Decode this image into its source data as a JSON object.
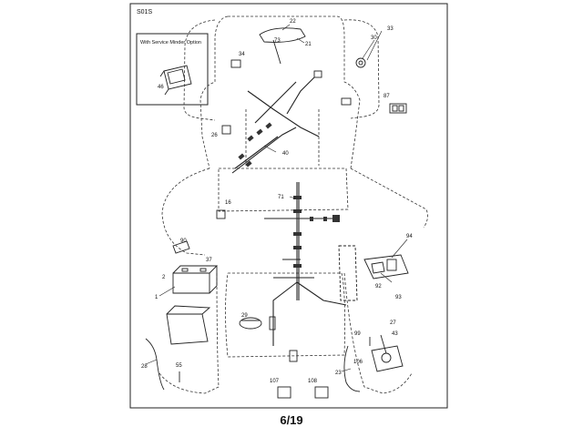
{
  "section_code": "S01S",
  "inset_title": "With Service Minder Option",
  "page_number": "6/19",
  "callouts": [
    {
      "id": "c22",
      "label": "22"
    },
    {
      "id": "c73",
      "label": "73"
    },
    {
      "id": "c21",
      "label": "21"
    },
    {
      "id": "c30",
      "label": "30"
    },
    {
      "id": "c33",
      "label": "33"
    },
    {
      "id": "c34",
      "label": "34"
    },
    {
      "id": "c46",
      "label": "46"
    },
    {
      "id": "c87",
      "label": "87"
    },
    {
      "id": "c26",
      "label": "26"
    },
    {
      "id": "c40",
      "label": "40"
    },
    {
      "id": "c16",
      "label": "16"
    },
    {
      "id": "c71",
      "label": "71"
    },
    {
      "id": "c90",
      "label": "90"
    },
    {
      "id": "c94",
      "label": "94"
    },
    {
      "id": "c2",
      "label": "2"
    },
    {
      "id": "c37",
      "label": "37"
    },
    {
      "id": "c1",
      "label": "1"
    },
    {
      "id": "c92",
      "label": "92"
    },
    {
      "id": "c93",
      "label": "93"
    },
    {
      "id": "c29",
      "label": "29"
    },
    {
      "id": "c27",
      "label": "27"
    },
    {
      "id": "c43",
      "label": "43"
    },
    {
      "id": "c99",
      "label": "99"
    },
    {
      "id": "c28",
      "label": "28"
    },
    {
      "id": "c55",
      "label": "55"
    },
    {
      "id": "c23",
      "label": "23"
    },
    {
      "id": "c106",
      "label": "106"
    },
    {
      "id": "c107",
      "label": "107"
    },
    {
      "id": "c108",
      "label": "108"
    }
  ]
}
